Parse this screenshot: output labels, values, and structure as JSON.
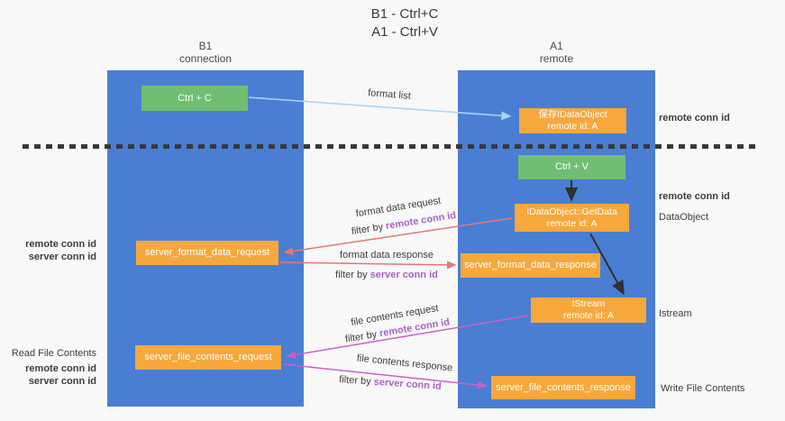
{
  "title": {
    "line1": "B1 - Ctrl+C",
    "line2": "A1 - Ctrl+V"
  },
  "lanes": {
    "b1": {
      "name": "B1",
      "role": "connection"
    },
    "a1": {
      "name": "A1",
      "role": "remote"
    }
  },
  "nodes": {
    "ctrl_c": {
      "label": "Ctrl + C"
    },
    "ctrl_v": {
      "label": "Ctrl + V"
    },
    "save_dataobject": {
      "line1": "保存IDataObject",
      "line2": "remote id: A"
    },
    "getdata": {
      "line1": "IDataObject::GetData",
      "line2": "remote id: A"
    },
    "istream": {
      "line1": "IStream",
      "line2": "remote id: A"
    },
    "format_request": {
      "label": "server_format_data_request"
    },
    "format_response": {
      "label": "server_format_data_response"
    },
    "file_request": {
      "label": "server_file_contents_request"
    },
    "file_response": {
      "label": "server_file_contents_response"
    }
  },
  "flow_labels": {
    "format_list": "format list",
    "format_data_request": "format data request",
    "format_data_response": "format data response",
    "file_contents_request": "file contents request",
    "file_contents_response": "file contents response",
    "filter_by": "filter by",
    "remote_conn_id": "remote conn id",
    "server_conn_id": "server conn id"
  },
  "annotations": {
    "right": {
      "remote_conn_id_top": "remote conn id",
      "remote_conn_id_mid": "remote conn id",
      "dataobject": "DataObject",
      "istream": "Istream",
      "write_file_contents": "Write File Contents"
    },
    "left": {
      "remote_conn_id_1": "remote conn id",
      "server_conn_id_1": "server conn id",
      "read_file_contents": "Read File Contents",
      "remote_conn_id_2": "remote conn id",
      "server_conn_id_2": "server conn id"
    }
  },
  "colors": {
    "lane_blue": "#4a7ed3",
    "box_green": "#6fbe72",
    "box_orange": "#f6a83d",
    "purple_text": "#a763c2",
    "green_text": "#7cc87f",
    "arrow_lightblue": "#a9d5f5",
    "arrow_salmon": "#e47676",
    "arrow_magenta": "#cd5fc5",
    "arrow_black": "#303030"
  }
}
